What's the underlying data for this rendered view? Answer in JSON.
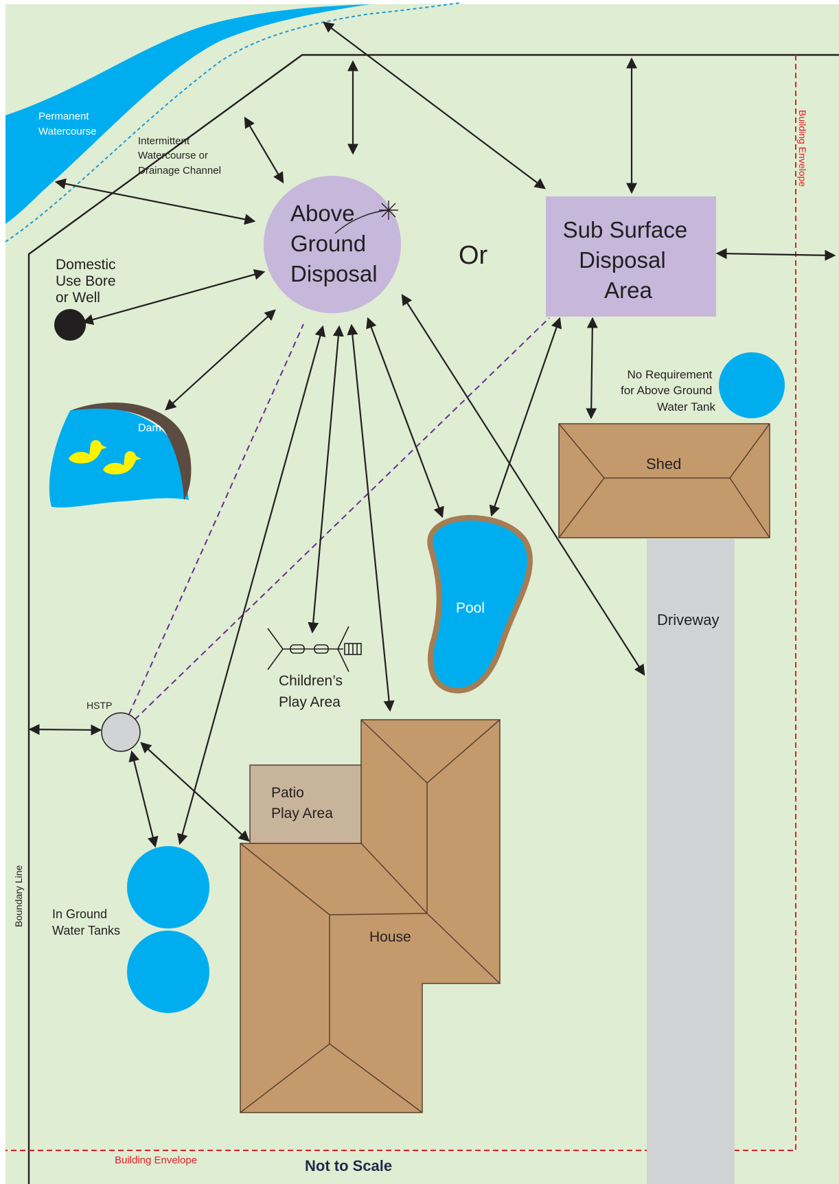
{
  "labels": {
    "permanent_watercourse": [
      "Permanent",
      "Watercourse"
    ],
    "intermittent_watercourse": [
      "Intermittent",
      "Watercourse or",
      "Drainage Channel"
    ],
    "above_ground_disposal": [
      "Above",
      "Ground",
      "Disposal"
    ],
    "or": "Or",
    "sub_surface_disposal": [
      "Sub Surface",
      "Disposal",
      "Area"
    ],
    "domestic_bore": [
      "Domestic",
      "Use Bore",
      "or Well"
    ],
    "no_requirement": [
      "No Requirement",
      "for Above Ground",
      "Water Tank"
    ],
    "dam": "Dam",
    "shed": "Shed",
    "pool": "Pool",
    "driveway": "Driveway",
    "childrens_play": [
      "Children’s",
      "Play Area"
    ],
    "hstp": "HSTP",
    "patio": [
      "Patio",
      "Play Area"
    ],
    "house": "House",
    "in_ground_tanks": [
      "In Ground",
      "Water Tanks"
    ],
    "boundary_line": "Boundary Line",
    "building_envelope_right": "Building Envelope",
    "building_envelope_bottom": "Building Envelope",
    "not_to_scale": "Not to Scale"
  },
  "colors": {
    "background": "#dfedd3",
    "water": "#00aeef",
    "disposal": "#c6b7db",
    "roof": "#c49a6c",
    "roof_outline": "#5a4030",
    "patio": "#c8b49a",
    "driveway": "#d0d2d4",
    "dam_bank": "#5c4b40",
    "duck": "#fff200",
    "envelope": "#e31e24",
    "hstp": "#d1d3d4",
    "dashed_pipe": "#662d91",
    "watercourse_dash": "#1e9ad6"
  },
  "icons": [
    "sparkle-icon",
    "duck-icon",
    "play-equipment-icon"
  ]
}
